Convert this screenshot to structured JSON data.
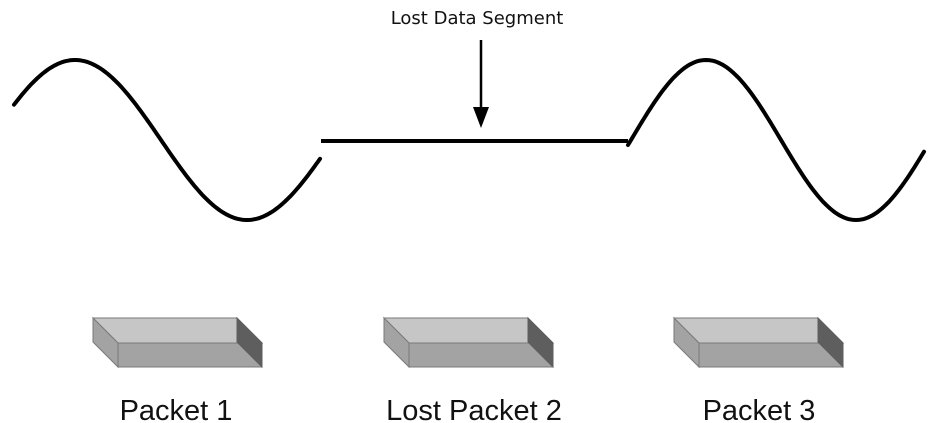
{
  "annotation": {
    "label": "Lost Data Segment"
  },
  "packets": [
    {
      "label": "Packet 1",
      "lost": false
    },
    {
      "label": "Lost Packet 2",
      "lost": true
    },
    {
      "label": "Packet 3",
      "lost": false
    }
  ],
  "colors": {
    "line": "#000000",
    "box_top": "#c6c6c6",
    "box_front": "#a3a3a3",
    "box_side": "#5e5e5e",
    "box_edge": "#7a7a7a"
  }
}
